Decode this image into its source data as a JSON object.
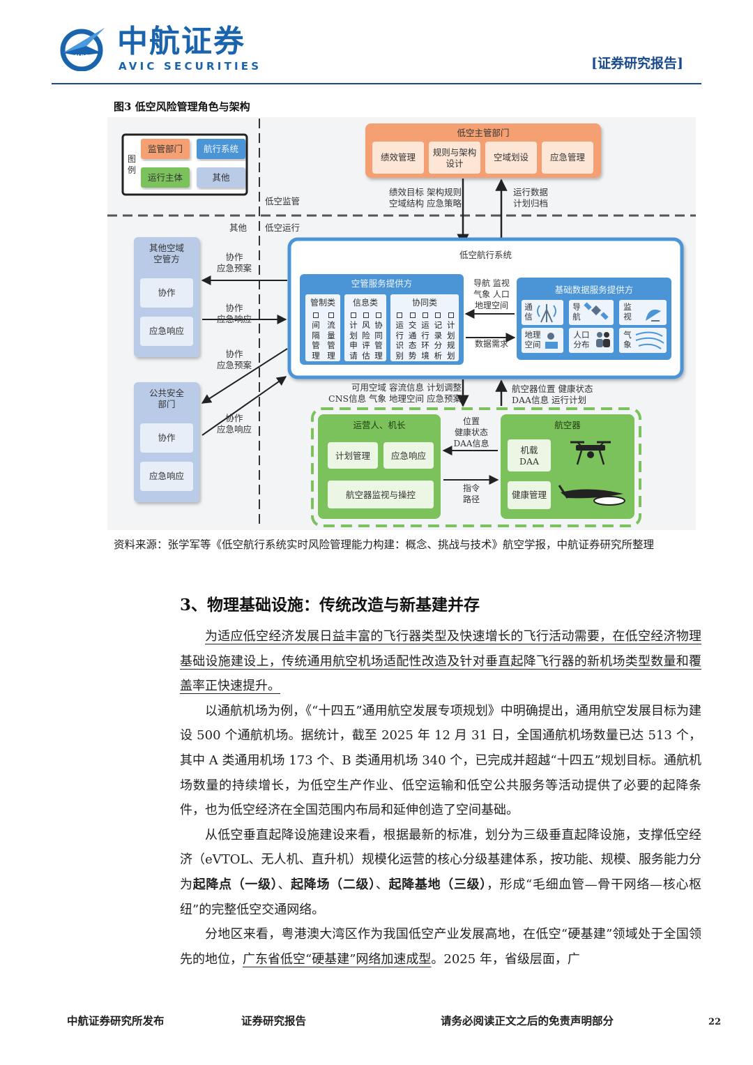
{
  "header": {
    "logo_cn": "中航证券",
    "logo_en": "AVIC SECURITIES",
    "logo_mark_text": "AVIC",
    "report_tag": "[证券研究报告]"
  },
  "figure": {
    "title": "图3 低空风险管理角色与架构",
    "legend": {
      "label": "图\n例",
      "regulator": "监管部门",
      "aviation_system": "航行系统",
      "operator": "运行主体",
      "other": "其他"
    },
    "regulator_box": {
      "title": "低空主管部门",
      "items": [
        "绩效管理",
        "规则与架构\n设计",
        "空域划设",
        "应急管理"
      ]
    },
    "down_arrow_label": "绩效目标 架构规则\n空域结构 应急策略",
    "up_arrow_label": "运行数据\n计划归档",
    "zone_supervision": "低空监管",
    "zone_operation": "低空运行",
    "zone_other": "其他",
    "left_boxes": [
      {
        "title": "其他空域\n空管方",
        "items": [
          "协作",
          "应急响应"
        ]
      },
      {
        "title": "公共安全\n部门",
        "items": [
          "协作",
          "应急响应"
        ]
      }
    ],
    "left_arrow_labels": [
      "协作\n应急预案",
      "协作\n应急响应",
      "协作\n应急预案",
      "协作\n应急响应"
    ],
    "system_box": {
      "title": "低空航行系统",
      "atm_provider": {
        "title": "空管服务提供方",
        "columns": [
          "管制类",
          "信息类",
          "协同类"
        ],
        "control_items": [
          "间隔管理",
          "流量管理"
        ],
        "info_items": [
          "计划申请",
          "风险评估",
          "协同管理"
        ],
        "coord_items": [
          "运行识别",
          "交通态势",
          "运行环境",
          "记录分析",
          "计划规划"
        ]
      },
      "to_data_label": "导航 监视\n气象 人口\n地理空间",
      "from_data_label": "数据需求",
      "data_provider": {
        "title": "基础数据服务提供方",
        "items": [
          "通\n信",
          "导\n航",
          "监\n视",
          "地理\n空间",
          "人口\n分布",
          "气\n象"
        ]
      }
    },
    "lower_down_label": "可用空域 容流信息 计划调整\nCNS信息 气象 地理空间 应急预案",
    "lower_up_label": "航空器位置 健康状态\nDAA信息 运行计划",
    "operator_box": {
      "title": "运营人、机长",
      "items": [
        "计划管理",
        "应急响应",
        "航空器监视与操控"
      ]
    },
    "mid_right_label": "位置\n健康状态\nDAA信息",
    "mid_left_label": "指令\n路径",
    "aircraft_box": {
      "title": "航空器",
      "items": [
        "机载\nDAA",
        "健康管理"
      ]
    },
    "colors": {
      "regulator": "#f4a072",
      "aviation_system": "#4b95d6",
      "operator": "#7cc25c",
      "other": "#b9cbe6"
    }
  },
  "source_note": "资料来源：张学军等《低空航行系统实时风险管理能力构建：概念、挑战与技术》航空学报，中航证券研究所整理",
  "section": {
    "title": "3、物理基础设施：传统改造与新基建并存",
    "p1": "为适应低空经济发展日益丰富的飞行器类型及快速增长的飞行活动需要，在低空经济物理基础设施建设上，传统通用航空机场适配性改造及针对垂直起降飞行器的新机场类型数量和覆盖率正快速提升。",
    "p2": "以通航机场为例，《“十四五”通用航空发展专项规划》中明确提出，通用航空发展目标为建设 500 个通航机场。据统计，截至 2025 年 12 月 31 日，全国通航机场数量已达 513 个，其中 A 类通用机场 173 个、B 类通用机场 340 个，已完成并超越“十四五”规划目标。通航机场数量的持续增长，为低空生产作业、低空运输和低空公共服务等活动提供了必要的起降条件，也为低空经济在全国范围内布局和延伸创造了空间基础。",
    "p3_a": "从低空垂直起降设施建设来看，根据最新的标准，划分为三级垂直起降设施，支撑低空经济（eVTOL、无人机、直升机）规模化运营的核心分级基建体系，按功能、规模、服务能力分为",
    "p3_b1": "起降点（一级）",
    "p3_sep1": "、",
    "p3_b2": "起降场（二级）",
    "p3_sep2": "、",
    "p3_b3": "起降基地（三级）",
    "p3_c": "，形成“毛细血管—骨干网络—核心枢纽”的完整低空交通网络。",
    "p4_a": "分地区来看，粤港澳大湾区作为我国低空产业发展高地，在低空“硬基建”领域处于全国领先的地位，",
    "p4_u": "广东省低空“硬基建”网络加速成型",
    "p4_c": "。2025 年，省级层面，广"
  },
  "footer": {
    "publisher": "中航证券研究所发布",
    "type": "证券研究报告",
    "disclaimer": "请务必阅读正文之后的免责声明部分",
    "page": "22"
  }
}
